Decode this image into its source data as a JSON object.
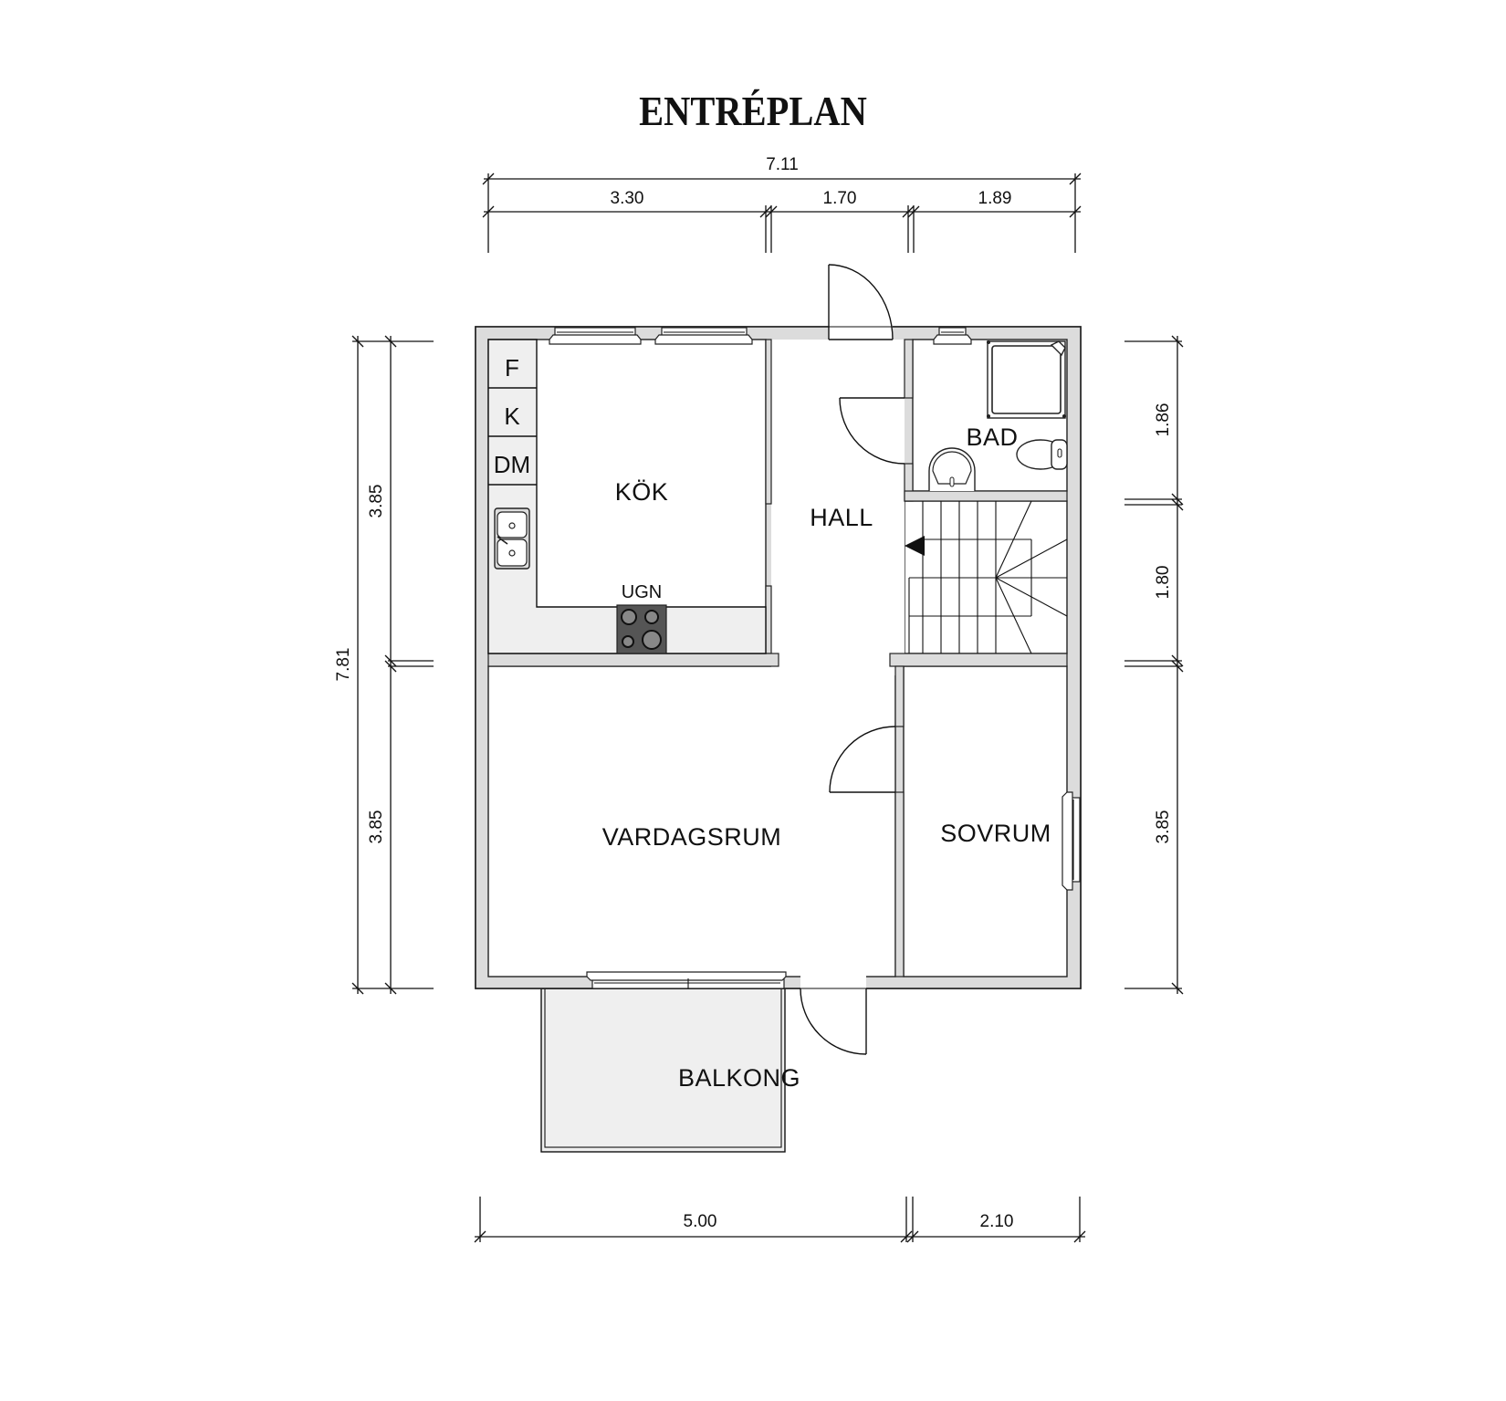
{
  "title": "ENTRÉPLAN",
  "rooms": {
    "kitchen": "KÖK",
    "hall": "HALL",
    "bath": "BAD",
    "living": "VARDAGSRUM",
    "bedroom": "SOVRUM",
    "balcony": "BALKONG"
  },
  "appliances": {
    "fridge": "F",
    "freezer": "K",
    "dishwasher": "DM",
    "oven": "UGN"
  },
  "dimensions": {
    "top_total": "7.11",
    "top_segments": [
      "3.30",
      "1.70",
      "1.89"
    ],
    "left_total": "7.81",
    "left_segments": [
      "3.85",
      "3.85"
    ],
    "right_segments": [
      "1.86",
      "1.80",
      "3.85"
    ],
    "bottom_segments": [
      "5.00",
      "2.10"
    ]
  },
  "colors": {
    "wall_fill": "#dcdcdc",
    "counter_fill": "#efefef",
    "stove_fill": "#555555",
    "line": "#111111"
  }
}
